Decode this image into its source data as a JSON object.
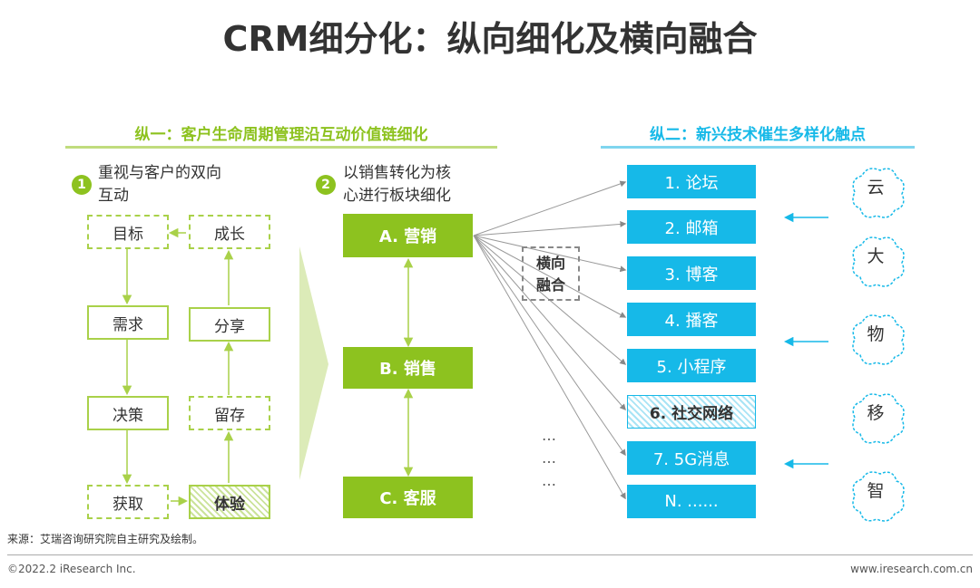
{
  "title": "CRM细分化：纵向细化及横向融合",
  "left_section": {
    "heading": "纵一：客户生命周期管理沿互动价值链细化",
    "step1_num": "1",
    "step1_line1": "重视与客户的双向",
    "step1_line2": "互动",
    "step2_num": "2",
    "step2_line1": "以销售转化为核",
    "step2_line2": "心进行板块细化",
    "col1": [
      "目标",
      "需求",
      "决策",
      "获取"
    ],
    "col2": [
      "成长",
      "分享",
      "留存",
      "体验"
    ],
    "modules": [
      "A. 营销",
      "B. 销售",
      "C. 客服"
    ]
  },
  "merge_label_line1": "横向",
  "merge_label_line2": "融合",
  "dots": "…",
  "right_section": {
    "heading": "纵二：新兴技术催生多样化触点",
    "channels": [
      "1. 论坛",
      "2. 邮箱",
      "3. 博客",
      "4. 播客",
      "5. 小程序",
      "6. 社交网络",
      "7. 5G消息",
      "N. ......"
    ],
    "tech": [
      "云",
      "大",
      "物",
      "移",
      "智"
    ]
  },
  "colors": {
    "green": "#8dc21f",
    "light_green": "#a9d149",
    "cyan": "#16b9e8"
  },
  "footer": {
    "source": "来源：艾瑞咨询研究院自主研究及绘制。",
    "copyright": "©2022.2 iResearch Inc.",
    "website": "www.iresearch.com.cn"
  }
}
